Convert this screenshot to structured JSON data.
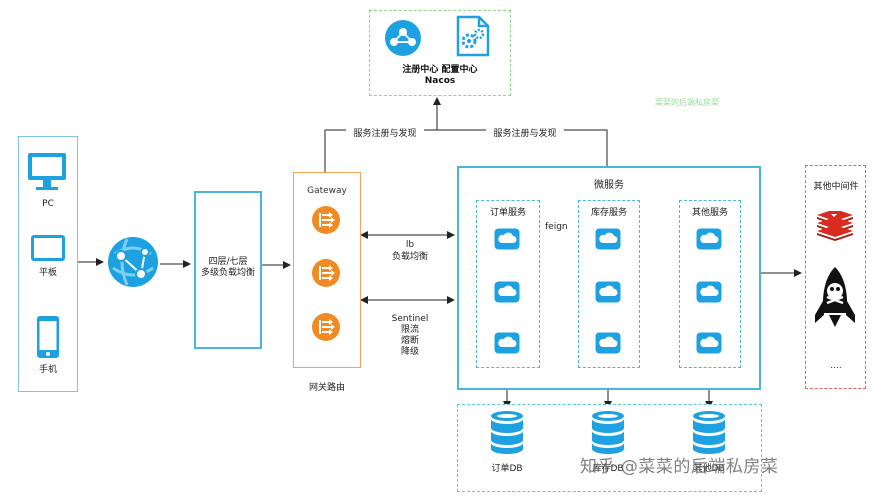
{
  "clients": {
    "pc": "PC",
    "tablet": "平板",
    "phone": "手机"
  },
  "load_balancer": {
    "line1": "四层/七层",
    "line2": "多级负载均衡"
  },
  "gateway": {
    "title": "Gateway",
    "caption": "网关路由"
  },
  "registry": {
    "line1": "注册中心 配置中心",
    "line2": "Nacos"
  },
  "registration_labels": {
    "left": "服务注册与发现",
    "right": "服务注册与发现"
  },
  "link_labels": {
    "lb": "lb",
    "lb_desc": "负载均衡",
    "sentinel": "Sentinel",
    "rate_limit": "限流",
    "circuit_break": "熔断",
    "degrade": "降级"
  },
  "microservices": {
    "title": "微服务",
    "order": "订单服务",
    "inventory": "库存服务",
    "other": "其他服务",
    "feign": "feign"
  },
  "databases": {
    "order_db": "订单DB",
    "inventory_db": "库存DB",
    "other_db": "其他DB"
  },
  "middleware": {
    "title": "其他中间件",
    "ellipsis": "...."
  },
  "watermarks": {
    "faint": "菜菜的后端私房菜",
    "main": "知乎 @菜菜的后端私房菜"
  },
  "colors": {
    "teal": "#4bb7d8",
    "blue": "#1da1e0",
    "orange": "#f08a24",
    "green": "#8fd48a",
    "red": "#e06666"
  }
}
